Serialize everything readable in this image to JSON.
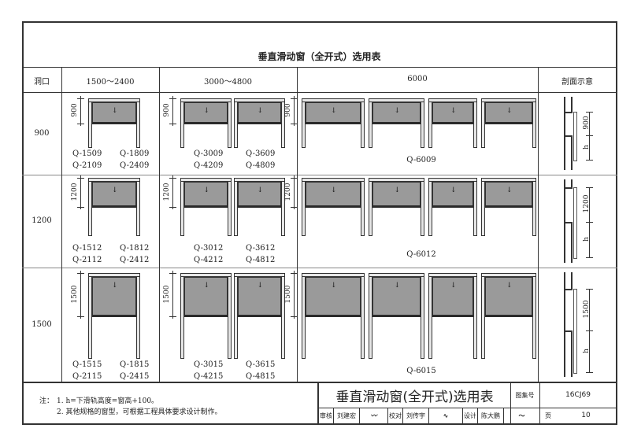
{
  "watermark": "",
  "title": "垂直滑动窗（全开式）选用表",
  "header": {
    "opening": "洞口",
    "col1": "1500～2400",
    "col2": "3000～4800",
    "col3": "6000",
    "section": "剖面示意"
  },
  "rows": [
    {
      "label": "900",
      "dim": "900",
      "col1": [
        "Q-1509",
        "Q-1809",
        "Q-2109",
        "Q-2409"
      ],
      "col2": [
        "Q-3009",
        "Q-3609",
        "Q-4209",
        "Q-4809"
      ],
      "col3": "Q-6009"
    },
    {
      "label": "1200",
      "dim": "1200",
      "col1": [
        "Q-1512",
        "Q-1812",
        "Q-2112",
        "Q-2412"
      ],
      "col2": [
        "Q-3012",
        "Q-3612",
        "Q-4212",
        "Q-4812"
      ],
      "col3": "Q-6012"
    },
    {
      "label": "1500",
      "dim": "1500",
      "col1": [
        "Q-1515",
        "Q-1815",
        "Q-2115",
        "Q-2415"
      ],
      "col2": [
        "Q-3015",
        "Q-3615",
        "Q-4215",
        "Q-4815"
      ],
      "col3": "Q-6015"
    }
  ],
  "section_h_label": "h",
  "notes": {
    "prefix": "注：",
    "n1": "1. h=下滑轨高度=窗高+100。",
    "n2": "2. 其他规格的窗型，可根据工程具体要求设计制作。"
  },
  "titleblock": {
    "title": "垂直滑动窗(全开式)选用表",
    "atlas_label": "图集号",
    "atlas_no": "16CJ69",
    "review_label": "审核",
    "reviewer": "刘建宏",
    "check_label": "校对",
    "checker": "刘传宇",
    "design_label": "设计",
    "designer": "陈大鹏",
    "page_label": "页",
    "page_no": "10"
  },
  "colors": {
    "glass": "#9a9a9a",
    "line": "#333333"
  }
}
